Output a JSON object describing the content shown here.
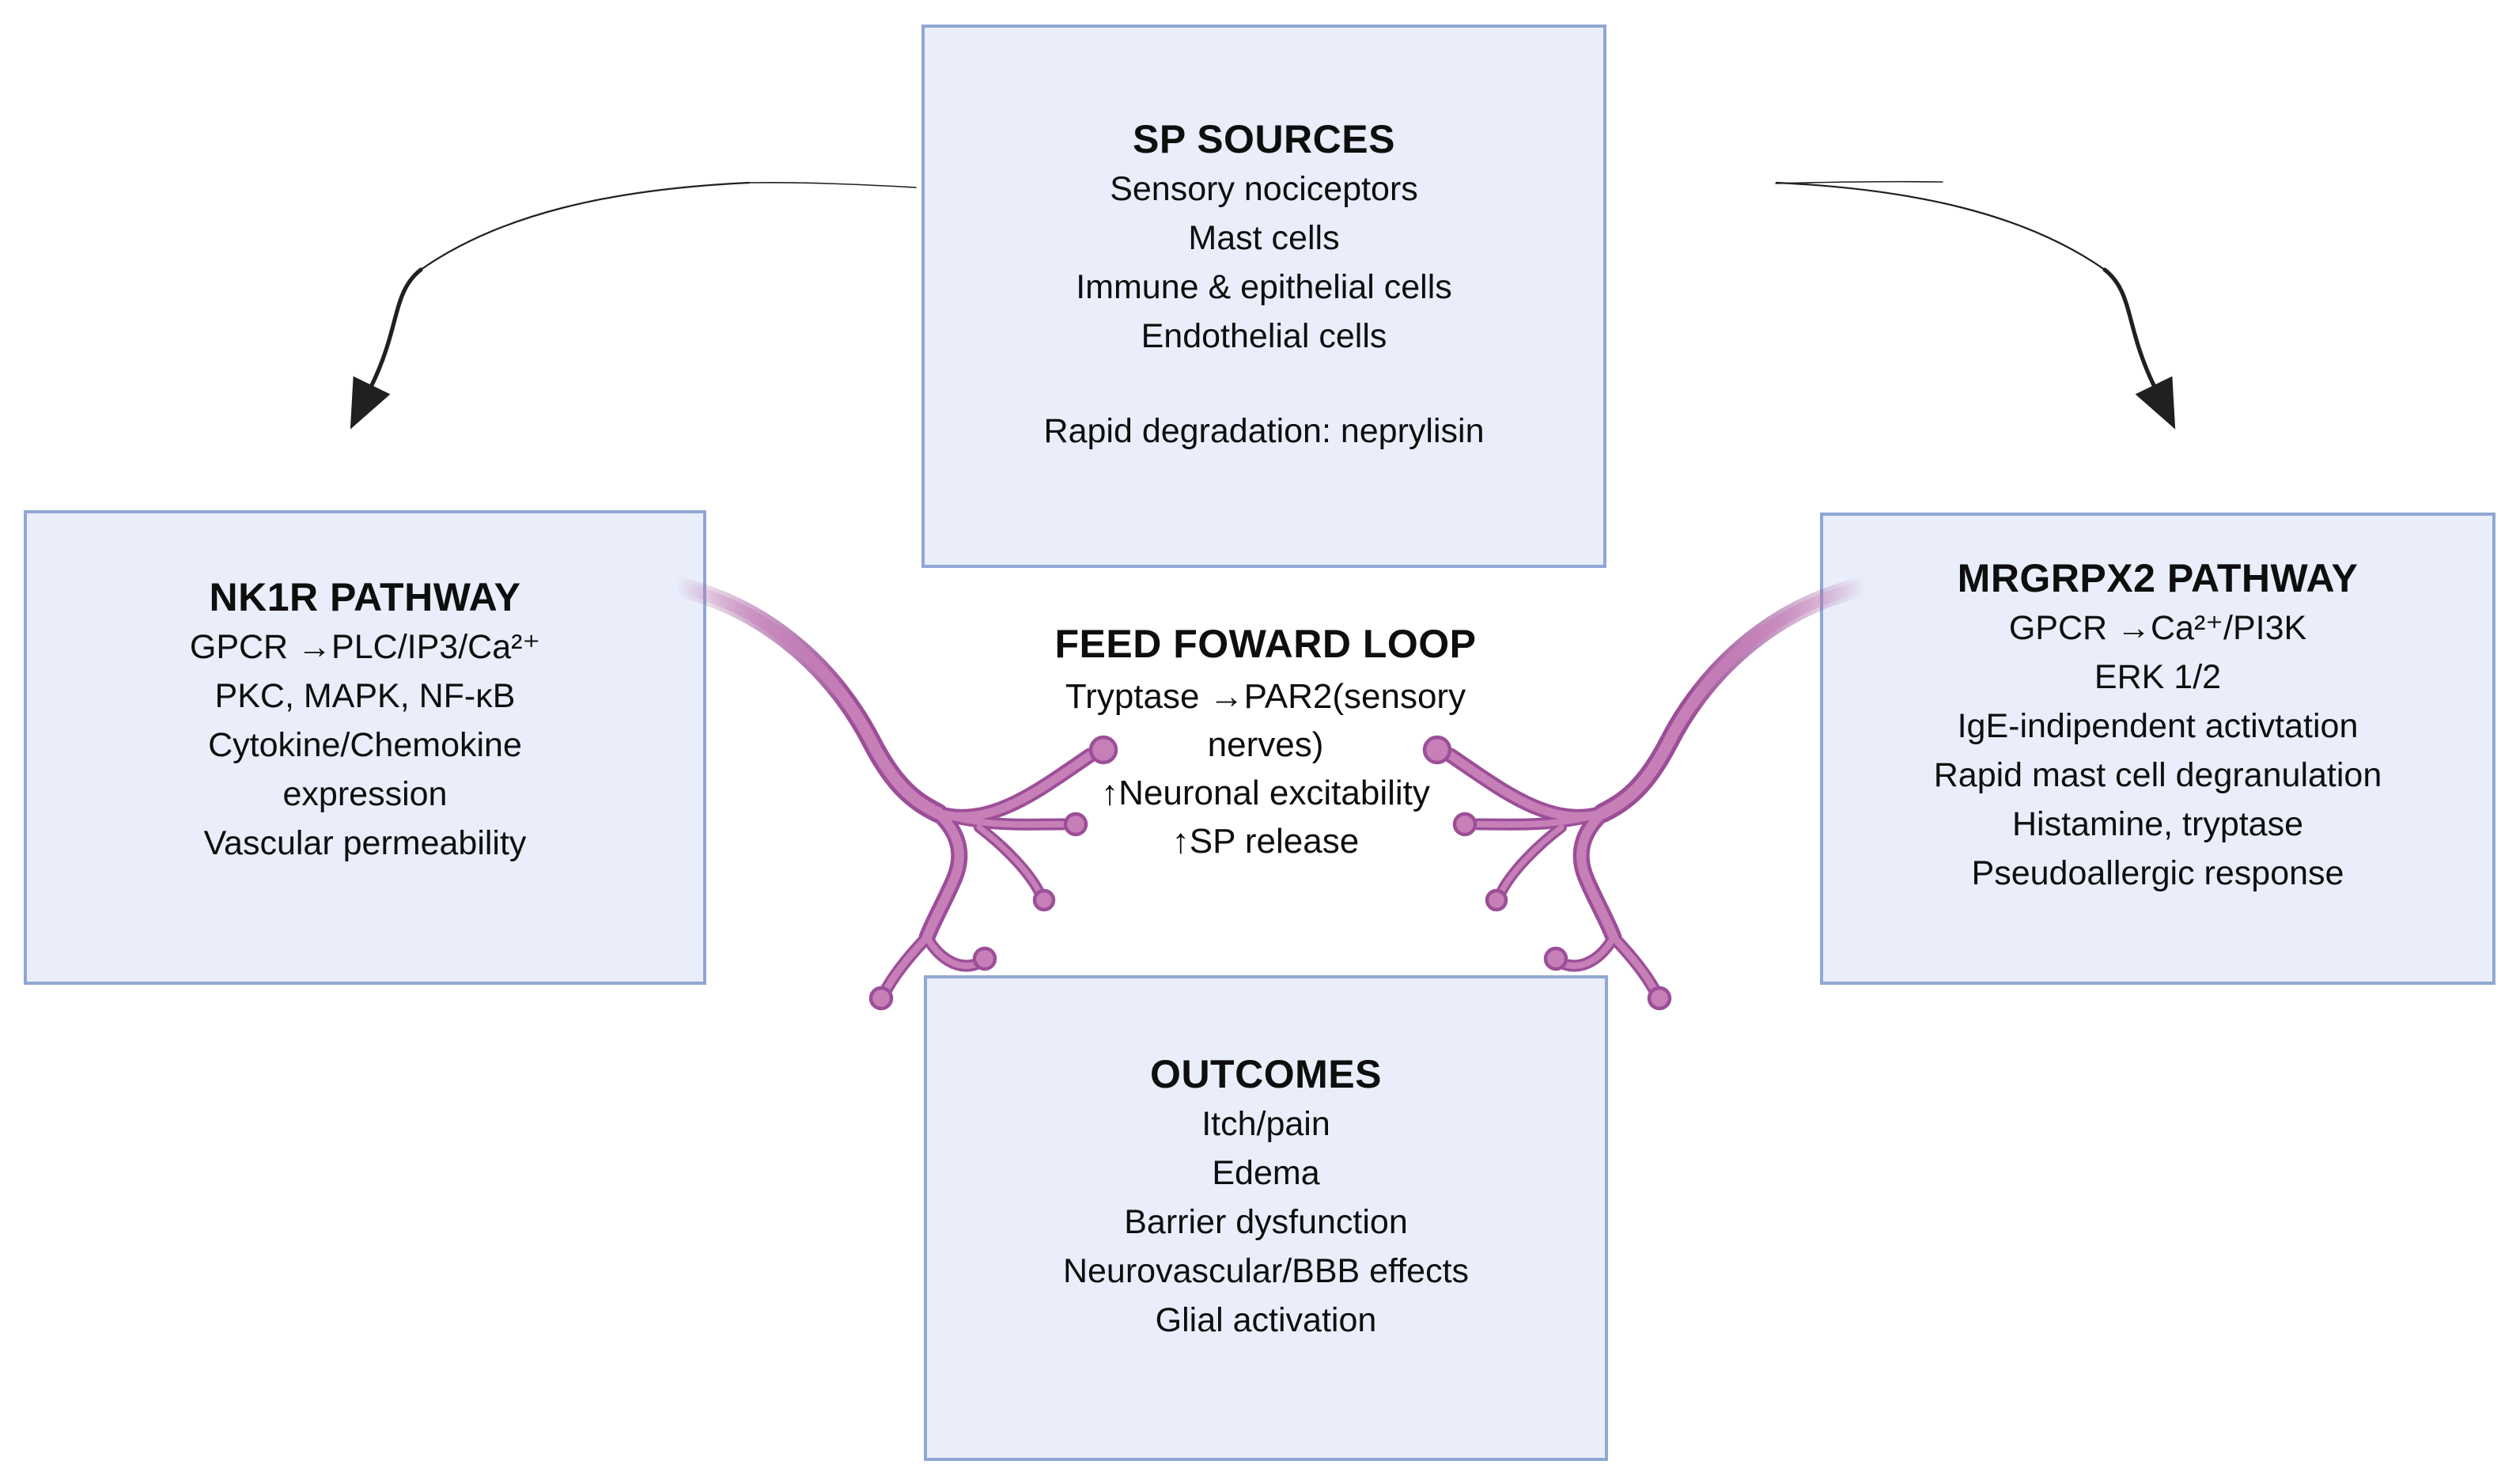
{
  "colors": {
    "box_fill": "#e9eefa",
    "box_border": "#8fa7d3",
    "text": "#0e0e0e",
    "arrow": "#202020",
    "nerve_fill": "#c77fb8",
    "nerve_outline": "#9c4f98"
  },
  "boxes": {
    "sp_sources": {
      "title": "SP SOURCES",
      "lines": [
        "Sensory nociceptors",
        "Mast cells",
        "Immune & epithelial cells",
        "Endothelial cells"
      ],
      "note": "Rapid degradation: neprylisin"
    },
    "nk1r": {
      "title": "NK1R PATHWAY",
      "lines": [
        "GPCR →PLC/IP3/Ca²⁺",
        "PKC, MAPK, NF-κB",
        "Cytokine/Chemokine",
        "expression",
        "Vascular permeability"
      ]
    },
    "mrgrpx2": {
      "title": "MRGRPX2 PATHWAY",
      "lines": [
        "GPCR →Ca²⁺/PI3K",
        "ERK 1/2",
        "IgE-indipendent activtation",
        "Rapid mast cell degranulation",
        "Histamine, tryptase",
        "Pseudoallergic response"
      ]
    },
    "outcomes": {
      "title": "OUTCOMES",
      "lines": [
        "Itch/pain",
        "Edema",
        "Barrier dysfunction",
        "Neurovascular/BBB effects",
        "Glial activation"
      ]
    }
  },
  "center": {
    "title": "FEED FOWARD LOOP",
    "lines": [
      "Tryptase →PAR2(sensory",
      "nerves)",
      "↑Neuronal excitability",
      "↑SP release"
    ]
  },
  "artwork": {
    "left_arrow_icon": "curved-arrow-down-left",
    "right_arrow_icon": "curved-arrow-down-right",
    "left_nerve_icon": "sensory-nerve-ending",
    "right_nerve_icon": "sensory-nerve-ending"
  }
}
